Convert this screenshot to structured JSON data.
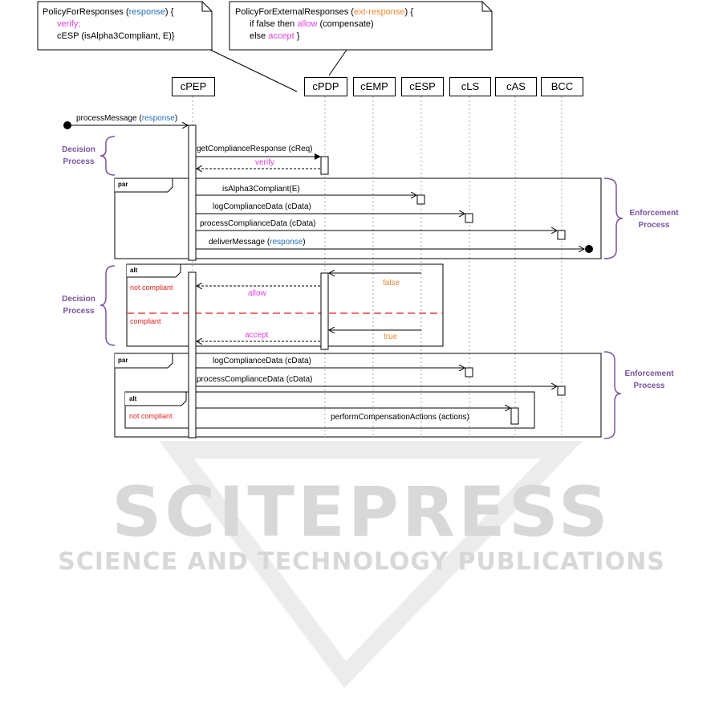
{
  "notes": {
    "left": {
      "line1_a": "PolicyForResponses (",
      "line1_b": "response",
      "line1_c": ") {",
      "line2": "verify;",
      "line3": "cESP (isAlpha3Compliant, E)}"
    },
    "right": {
      "line1_a": "PolicyForExternalResponses (",
      "line1_b": "ext-response",
      "line1_c": ") {",
      "line2_a": "if false then ",
      "line2_b": "allow",
      "line2_c": " (compensate)",
      "line3_a": "else ",
      "line3_b": "accept",
      "line3_c": " }"
    }
  },
  "lifelines": [
    "cPEP",
    "cPDP",
    "cEMP",
    "cESP",
    "cLS",
    "cAS",
    "BCC"
  ],
  "messages": {
    "process_message_a": "processMessage (",
    "process_message_b": "response",
    "process_message_c": ")",
    "get_compliance_response": "getComplianceResponse (cReq)",
    "verify": "verify",
    "is_alpha3_compliant": "isAlpha3Compliant(E)",
    "log_compliance_data_1": "logComplianceData (cData)",
    "process_compliance_data_1": "processComplianceData (cData)",
    "deliver_message_a": "deliverMessage (",
    "deliver_message_b": "response",
    "deliver_message_c": ")",
    "false": "false",
    "allow": "allow",
    "true": "true",
    "accept": "accept",
    "log_compliance_data_2": "logComplianceData (cData)",
    "process_compliance_data_2": "processComplianceData (cData)",
    "perform_compensation_actions": "performCompensationActions (actions)"
  },
  "fragments": {
    "par1": "par",
    "alt1": "alt",
    "alt1_guard1": "not compliant",
    "alt1_guard2": "compliant",
    "par2": "par",
    "alt2": "alt",
    "alt2_guard1": "not compliant"
  },
  "side_labels": {
    "decision1": [
      "Decision",
      "Process"
    ],
    "enforcement1": [
      "Enforcement",
      "Process"
    ],
    "decision2": [
      "Decision",
      "Process"
    ],
    "enforcement2": [
      "Enforcement",
      "Process"
    ]
  },
  "watermark": {
    "line1": "SCITEPRESS",
    "line2": "SCIENCE AND TECHNOLOGY PUBLICATIONS"
  },
  "colors": {
    "guard_red": "#e02020",
    "orange": "#ee8833",
    "pink": "#e040e0",
    "blue": "#1f6fb8",
    "brace_purple": "#7a54a0",
    "dashed_separator": "#f04040"
  }
}
